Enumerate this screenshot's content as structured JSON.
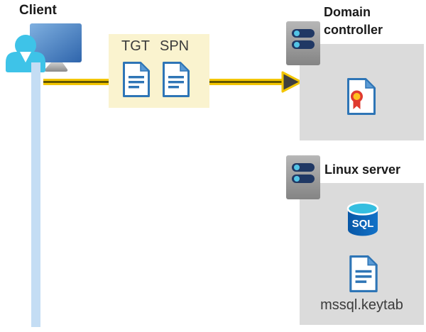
{
  "client": {
    "label": "Client"
  },
  "ticket_box": {
    "tgt_label": "TGT",
    "spn_label": "SPN"
  },
  "domain_controller": {
    "label": "Domain controller"
  },
  "linux_server": {
    "label": "Linux server",
    "sql_label": "SQL",
    "keytab_label": "mssql.keytab"
  },
  "colors": {
    "arrow_yellow": "#F2C500",
    "arrow_core_dark": "#4A4400",
    "arrowhead_dark": "#3F3F3F",
    "ticket_box_bg": "#FAF3CF",
    "zone_box_bg": "#DBDBDB",
    "document_blue": "#2E75B6",
    "document_fold_blue": "#5B9BD5",
    "lifeline_blue": "#C4DDF4",
    "person_cyan": "#3EC3E8",
    "monitor_blue_light": "#7FB0E0",
    "monitor_blue_dark": "#2F65AC",
    "server_body_gray": "#A9A9A9",
    "server_slot_navy": "#203864",
    "server_dot_cyan": "#53C4E6",
    "sql_body_blue": "#0A63B5",
    "sql_top_cyan": "#35BEE0",
    "certificate_red": "#E03A2F",
    "certificate_gold": "#FFC01E",
    "label_dark": "#1A1A1A",
    "label_gray": "#3B3B3B"
  }
}
